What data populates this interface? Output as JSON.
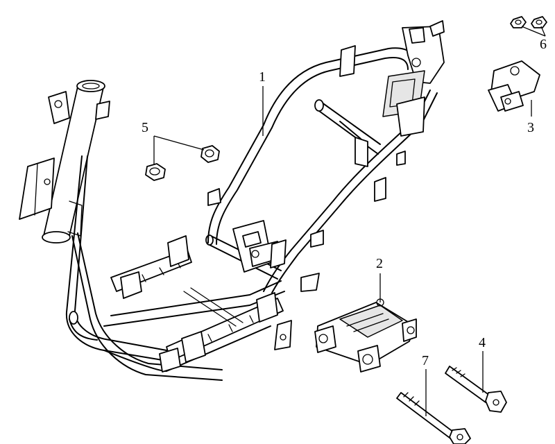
{
  "diagram": {
    "labels": {
      "p1": "1",
      "p2": "2",
      "p3": "3",
      "p4": "4",
      "p5": "5",
      "p6": "6",
      "p7": "7"
    }
  }
}
